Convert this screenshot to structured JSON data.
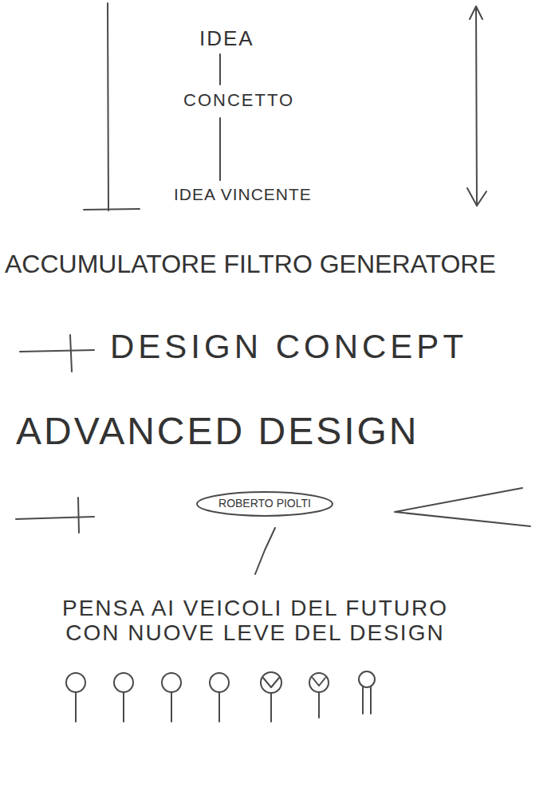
{
  "diagram": {
    "nodes": [
      {
        "text": [
          "ROBERTO PIOLTI"
        ]
      }
    ],
    "labels": [
      "IDEA",
      "CONCETTO",
      "IDEA VINCENTE",
      "ACCUMULATORE FILTRO GENERATORE",
      "DESIGN CONCEPT",
      "ADVANCED DESIGN",
      "PENSA AI VEICOLI DEL FUTURO CON NUOVE LEVE DEL DESIGN"
    ]
  }
}
